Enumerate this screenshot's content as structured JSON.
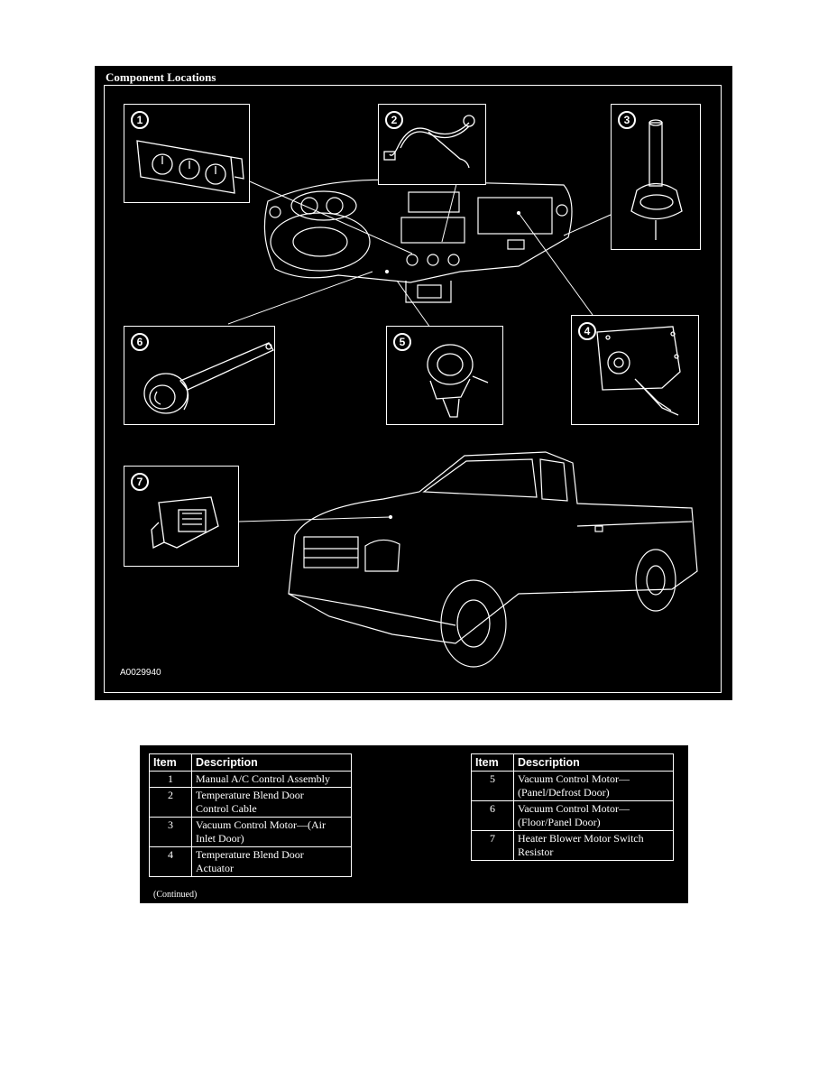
{
  "figure": {
    "title": "Component Locations",
    "code": "A0029940",
    "callouts": [
      {
        "number": "1",
        "icon": "ac-control-panel-icon"
      },
      {
        "number": "2",
        "icon": "control-cable-icon"
      },
      {
        "number": "3",
        "icon": "vacuum-motor-icon"
      },
      {
        "number": "4",
        "icon": "door-actuator-icon"
      },
      {
        "number": "5",
        "icon": "vacuum-motor-icon"
      },
      {
        "number": "6",
        "icon": "vacuum-motor-arm-icon"
      },
      {
        "number": "7",
        "icon": "resistor-icon"
      }
    ]
  },
  "table": {
    "headers": {
      "item": "Item",
      "description": "Description"
    },
    "left_rows": [
      {
        "item": "1",
        "lines": [
          "Manual A/C Control Assembly"
        ]
      },
      {
        "item": "2",
        "lines": [
          "Temperature Blend Door",
          "Control Cable"
        ]
      },
      {
        "item": "3",
        "lines": [
          "Vacuum Control Motor—(Air",
          "Inlet Door)"
        ]
      },
      {
        "item": "4",
        "lines": [
          "Temperature Blend Door",
          "Actuator"
        ]
      }
    ],
    "right_rows": [
      {
        "item": "5",
        "lines": [
          "Vacuum Control Motor—",
          "(Panel/Defrost Door)"
        ]
      },
      {
        "item": "6",
        "lines": [
          "Vacuum Control Motor—",
          "(Floor/Panel Door)"
        ]
      },
      {
        "item": "7",
        "lines": [
          "Heater Blower Motor Switch",
          "Resistor"
        ]
      }
    ],
    "footnote": "(Continued)"
  }
}
